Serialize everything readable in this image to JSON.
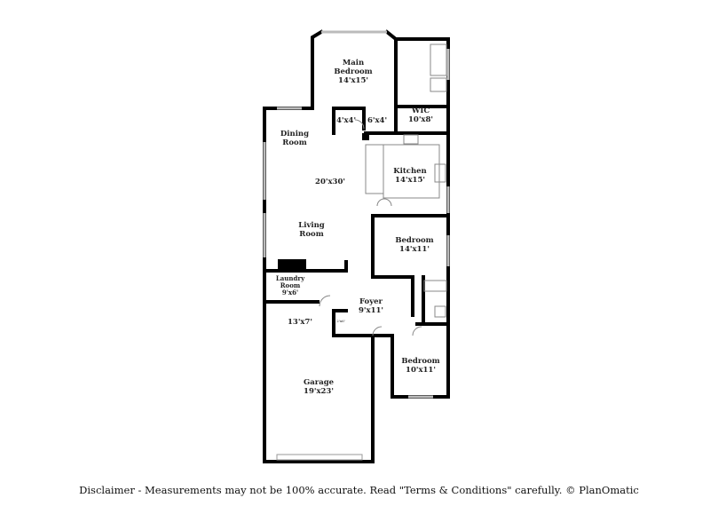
{
  "rooms": {
    "main_bedroom": {
      "name": "Main Bedroom",
      "size": "14'x15'"
    },
    "wic": {
      "name": "WIC",
      "size": "10'x8'"
    },
    "closet_a": {
      "size": "4'x4'"
    },
    "closet_b": {
      "size": "6'x4'"
    },
    "dining": {
      "name": "Dining Room"
    },
    "living": {
      "name": "Living Room",
      "size": "20'x30'"
    },
    "kitchen": {
      "name": "Kitchen",
      "size": "14'x15'"
    },
    "bedroom_2": {
      "name": "Bedroom",
      "size": "14'x11'"
    },
    "laundry": {
      "name": "Laundry Room",
      "size": "9'x6'"
    },
    "foyer": {
      "name": "Foyer",
      "size": "9'x11'"
    },
    "closet_c": {
      "size": "2'x6'"
    },
    "garage_area": {
      "size": "13'x7'"
    },
    "garage": {
      "name": "Garage",
      "size": "19'x23'"
    },
    "bedroom_3": {
      "name": "Bedroom",
      "size": "10'x11'"
    }
  },
  "disclaimer": "Disclaimer - Measurements may not be 100% accurate. Read \"Terms & Conditions\" carefully. © PlanOmatic",
  "colors": {
    "wall": "#000000",
    "window": "#cccccc",
    "fixture": "#888888"
  }
}
